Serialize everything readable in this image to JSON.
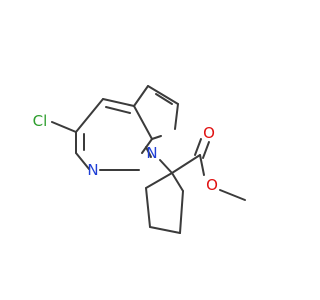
{
  "molecule": {
    "atoms": [
      {
        "label": "Cl",
        "color": "#2e9e2e"
      },
      {
        "label": "N",
        "color": "#1f3fd6"
      },
      {
        "label": "N",
        "color": "#1f3fd6"
      },
      {
        "label": "O",
        "color": "#e01010"
      },
      {
        "label": "O",
        "color": "#e01010"
      }
    ]
  }
}
